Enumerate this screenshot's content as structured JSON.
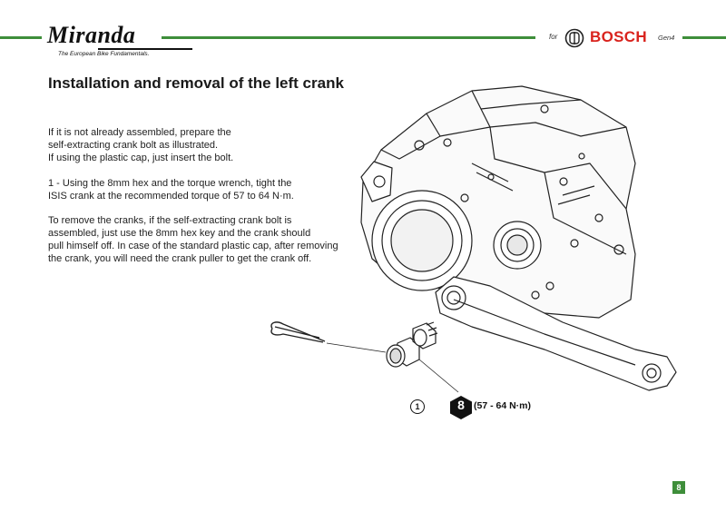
{
  "header": {
    "brand": "Miranda",
    "tagline": "The European Bike Fundamentals.",
    "for_label": "for",
    "partner": "BOSCH",
    "generation": "Gen4"
  },
  "title": "Installation and removal of the left crank",
  "paragraphs": [
    "If it is not  already assembled, prepare the\nself-extracting  crank bolt as illustrated.\nIf using the plastic cap, just insert the bolt.",
    "1 - Using the 8mm hex and the torque wrench, tight the\nISIS crank at the recommended torque of 57 to 64 N·m.",
    "To remove the cranks, if the self-extracting crank bolt is\nassembled, just use the 8mm hex key and the crank should\npull himself off. In case of the standard plastic cap, after removing\nthe crank, you will need the crank puller to get the crank off."
  ],
  "callout": {
    "step_number": "1",
    "hex_size": "8",
    "torque": "(57 - 64 N·m)"
  },
  "page_number": "8",
  "colors": {
    "accent_green": "#3e8e3a",
    "bosch_red": "#d9231d"
  }
}
